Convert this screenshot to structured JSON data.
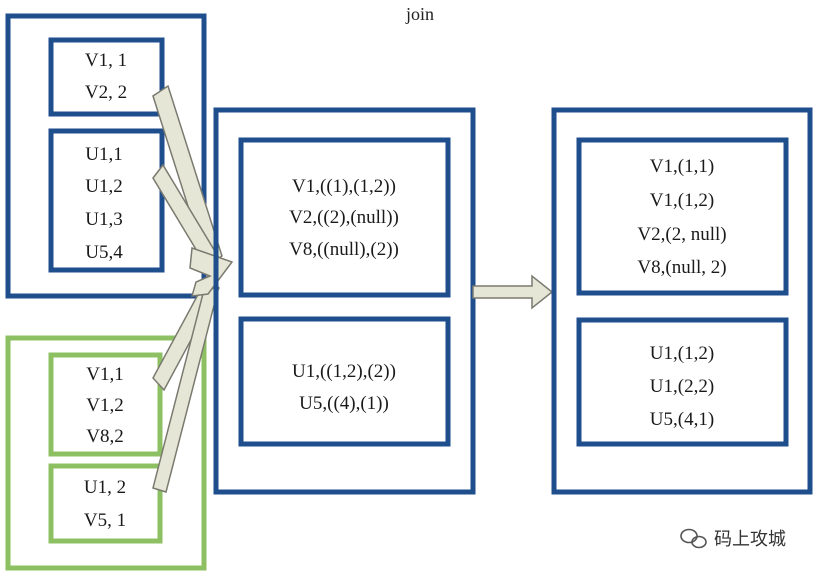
{
  "title": "join",
  "colors": {
    "blue": "#1f4e8c",
    "green": "#8cc063",
    "arrow_fill": "#e6e6d6",
    "arrow_stroke": "#7a7a70"
  },
  "input_blue": {
    "block1": [
      "V1, 1",
      "V2, 2"
    ],
    "block2": [
      "U1,1",
      "U1,2",
      "U1,3",
      "U5,4"
    ]
  },
  "input_green": {
    "block1": [
      "V1,1",
      "V1,2",
      "V8,2"
    ],
    "block2": [
      "U1, 2",
      "V5, 1"
    ]
  },
  "grouped": {
    "block1": [
      "V1,((1),(1,2))",
      "V2,((2),(null))",
      "V8,((null),(2))"
    ],
    "block2": [
      "U1,((1,2),(2))",
      "U5,((4),(1))"
    ]
  },
  "result": {
    "block1": [
      "V1,(1,1)",
      "V1,(1,2)",
      "V2,(2, null)",
      "V8,(null, 2)"
    ],
    "block2": [
      "U1,(1,2)",
      "U1,(2,2)",
      "U5,(4,1)"
    ]
  },
  "watermark": {
    "icon": "wechat-icon",
    "text": "码上攻城"
  }
}
